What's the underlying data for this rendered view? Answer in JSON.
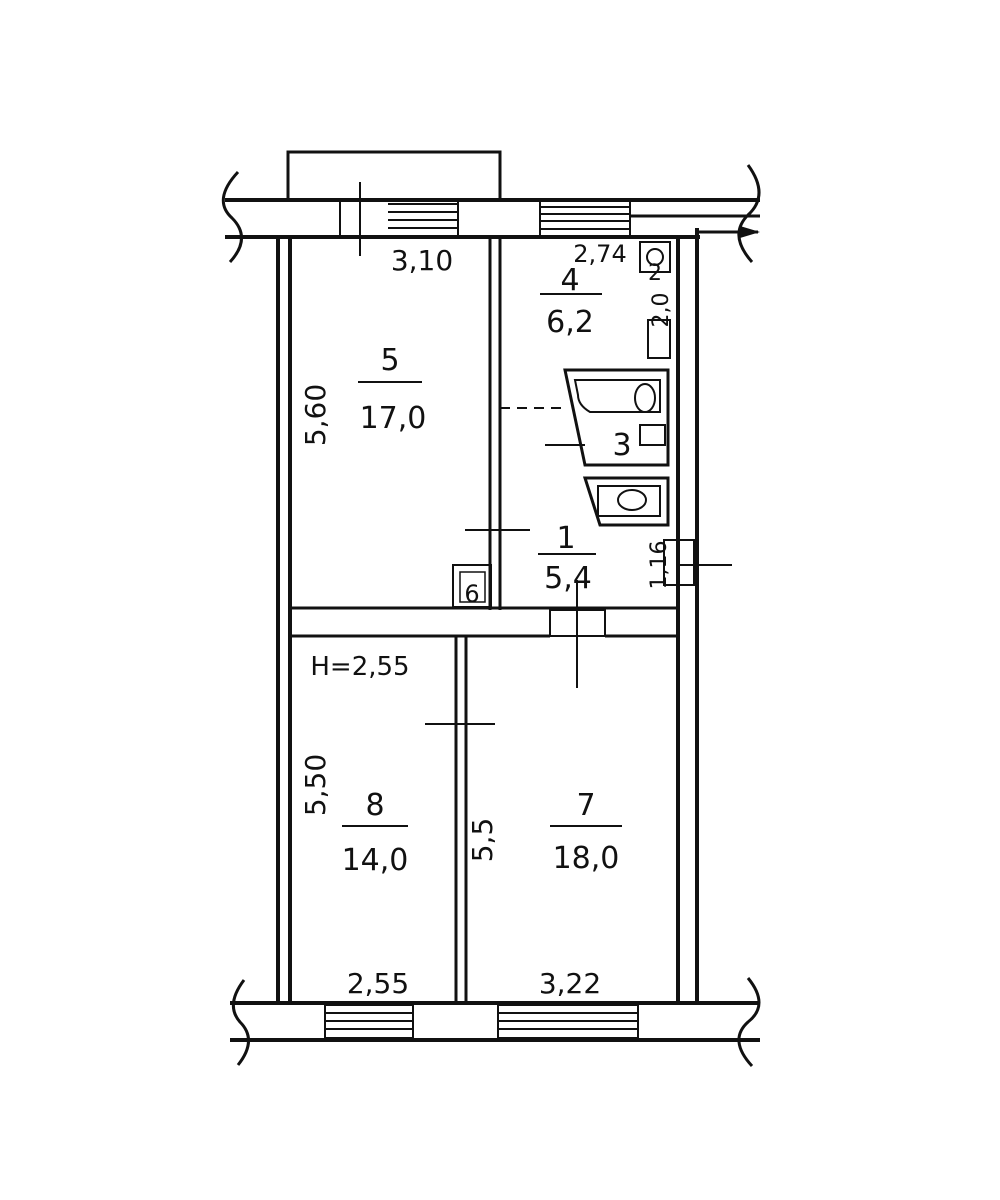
{
  "rooms": [
    {
      "number": "5",
      "area": "17,0"
    },
    {
      "number": "4",
      "area": "6,2"
    },
    {
      "number": "3",
      "area": ""
    },
    {
      "number": "1",
      "area": "5,4"
    },
    {
      "number": "8",
      "area": "14,0"
    },
    {
      "number": "7",
      "area": "18,0"
    }
  ],
  "small_labels": {
    "closet": "6",
    "wc": "2"
  },
  "dimensions": {
    "room5_width": "3,10",
    "kitchen_width": "2,74",
    "room5_height": "5,60",
    "kitchen_side": "2,0",
    "hall_side": "1,16",
    "ceiling_height": "H=2,55",
    "room8_height": "5,50",
    "room7_height": "5,5",
    "room8_width": "2,55",
    "room7_width": "3,22"
  },
  "colors": {
    "ink": "#111111",
    "paper": "#ffffff"
  }
}
